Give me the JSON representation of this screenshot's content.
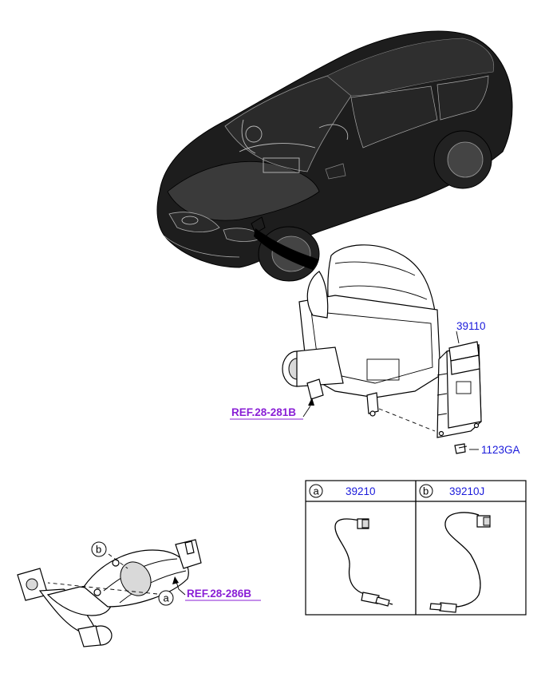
{
  "labels": {
    "ecu_part": "39110",
    "bolt_part": "1123GA",
    "ref_air_cleaner": "REF.28-281B",
    "ref_exhaust": "REF.28-286B",
    "callout_a": "a",
    "callout_b": "b"
  },
  "sensor_table": {
    "cells": [
      {
        "letter": "a",
        "part": "39210"
      },
      {
        "letter": "b",
        "part": "39210J"
      }
    ]
  }
}
